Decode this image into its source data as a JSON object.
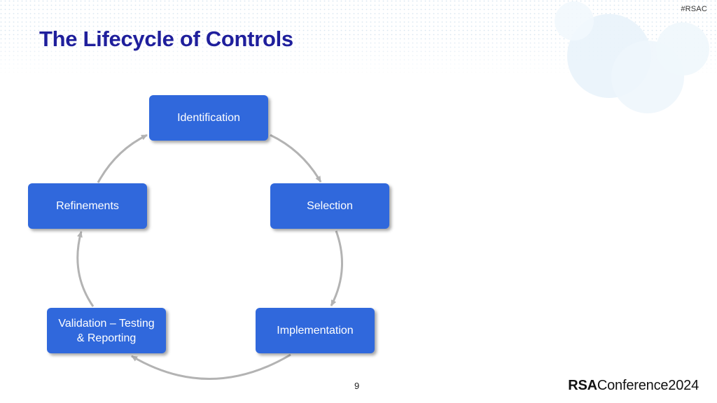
{
  "slide": {
    "hashtag": "#RSAC",
    "title": "The Lifecycle of Controls",
    "page_number": "9"
  },
  "diagram": {
    "nodes": [
      {
        "id": "identification",
        "label": "Identification"
      },
      {
        "id": "selection",
        "label": "Selection"
      },
      {
        "id": "implementation",
        "label": "Implementation"
      },
      {
        "id": "validation",
        "label": "Validation – Testing\n& Reporting"
      },
      {
        "id": "refinements",
        "label": "Refinements"
      }
    ],
    "edges": [
      {
        "from": "identification",
        "to": "selection"
      },
      {
        "from": "selection",
        "to": "implementation"
      },
      {
        "from": "implementation",
        "to": "validation"
      },
      {
        "from": "validation",
        "to": "refinements"
      },
      {
        "from": "refinements",
        "to": "identification"
      }
    ]
  },
  "footer": {
    "logo_brand": "RSA",
    "logo_text": "Conference",
    "logo_year": "2024"
  },
  "colors": {
    "title": "#1f1f9c",
    "node_fill": "#3068dc",
    "arrow": "#b3b3b3"
  }
}
